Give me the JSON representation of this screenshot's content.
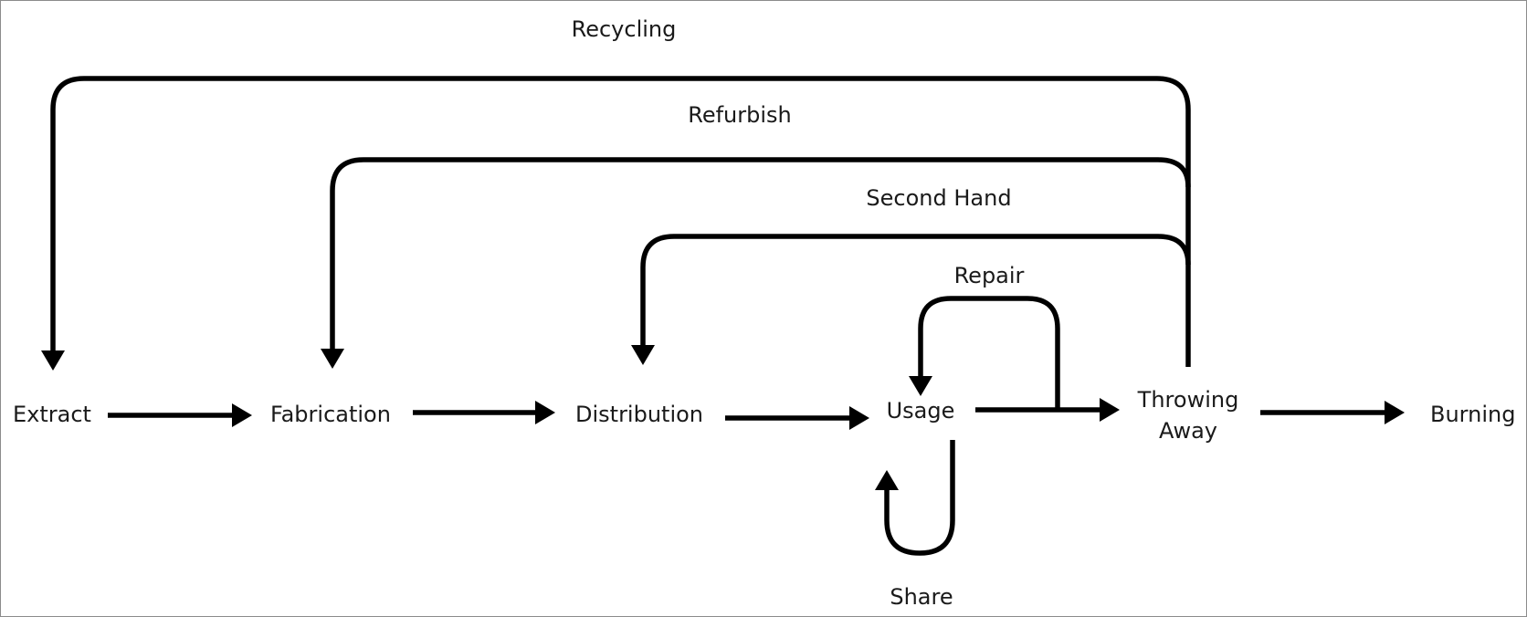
{
  "diagram": {
    "stages": {
      "extract": "Extract",
      "fabrication": "Fabrication",
      "distribution": "Distribution",
      "usage": "Usage",
      "throwing_away_line1": "Throwing",
      "throwing_away_line2": "Away",
      "burning": "Burning"
    },
    "loops": {
      "recycling": "Recycling",
      "refurbish": "Refurbish",
      "second_hand": "Second Hand",
      "repair": "Repair",
      "share": "Share"
    },
    "colors": {
      "stroke": "#000000",
      "text": "#1a1a1a",
      "border": "#8c8c8c",
      "background": "#ffffff"
    }
  }
}
